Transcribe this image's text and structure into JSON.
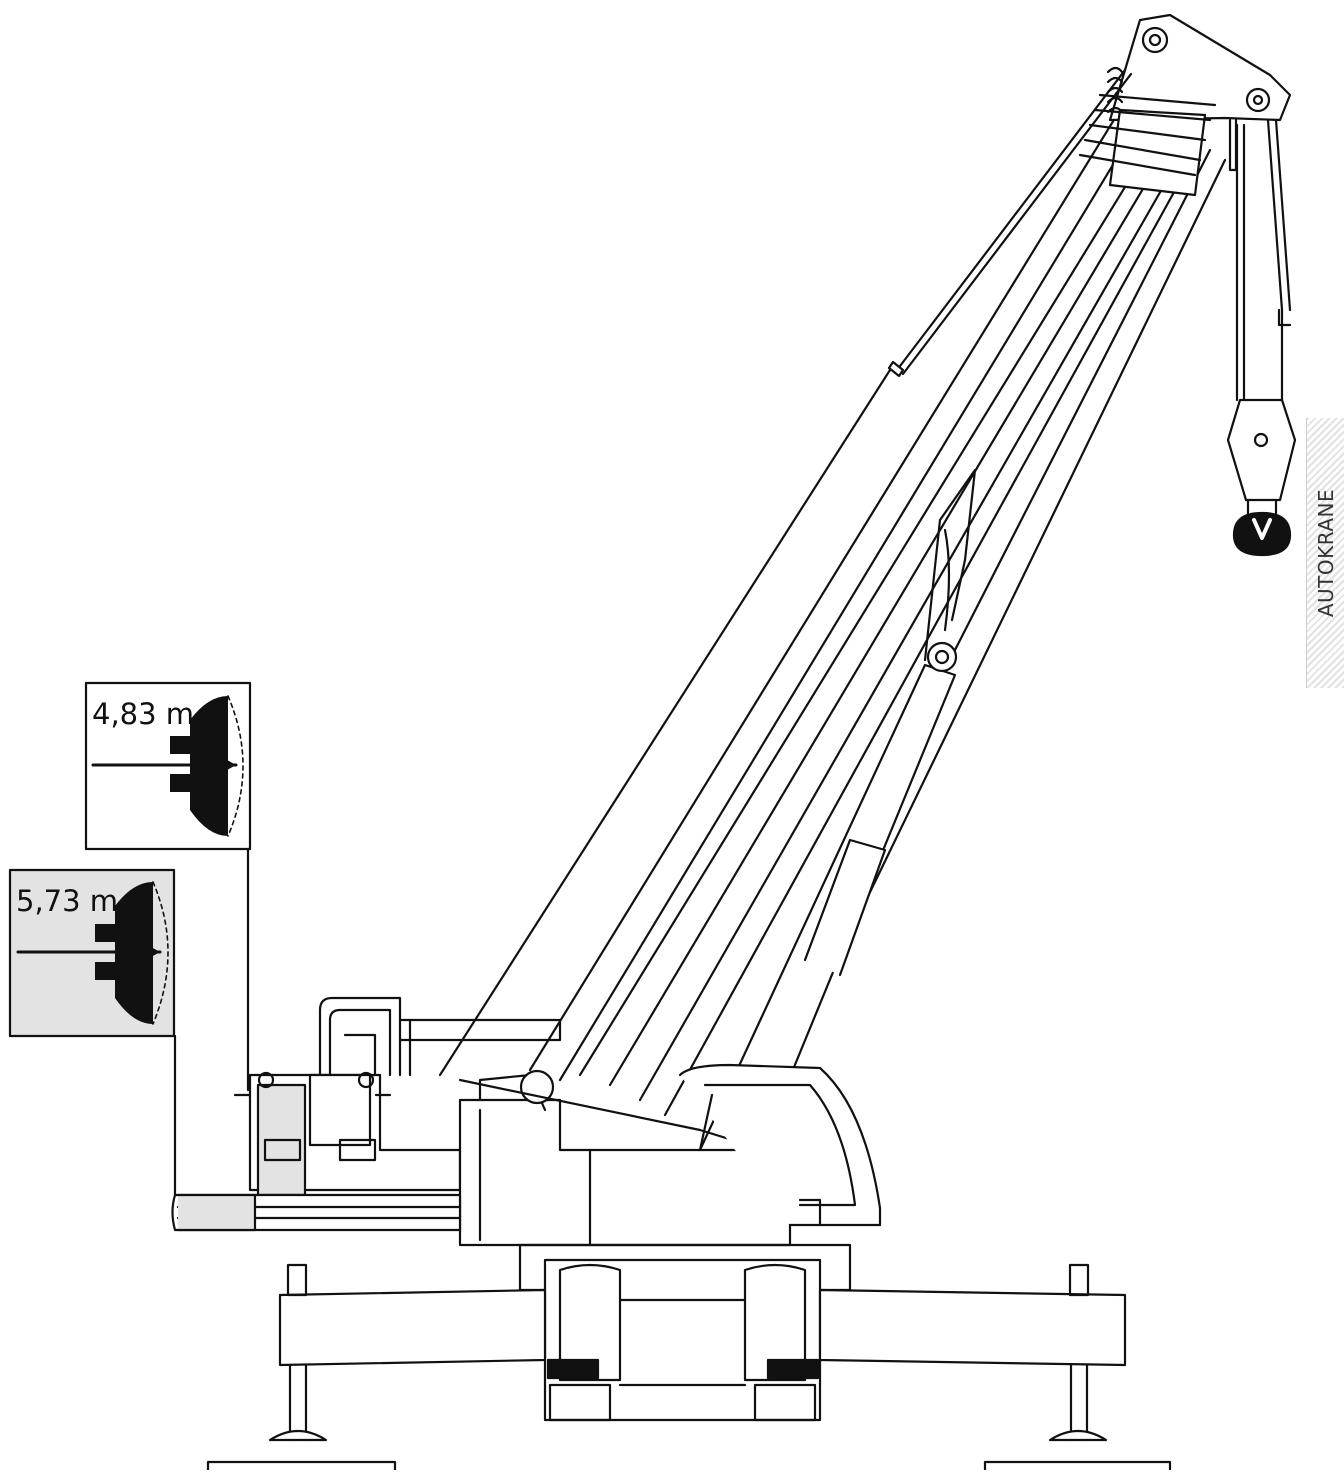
{
  "side_tab": {
    "label": "AUTOKRANE"
  },
  "callouts": [
    {
      "label": "4,83 m",
      "shaded": false
    },
    {
      "label": "5,73 m",
      "shaded": true
    }
  ],
  "colors": {
    "line": "#111111",
    "callout_fill": "#e3e3e3",
    "background": "#ffffff"
  },
  "icons": {
    "counterweight": "counterweight-plate-icon",
    "hook": "hook-block-icon"
  }
}
